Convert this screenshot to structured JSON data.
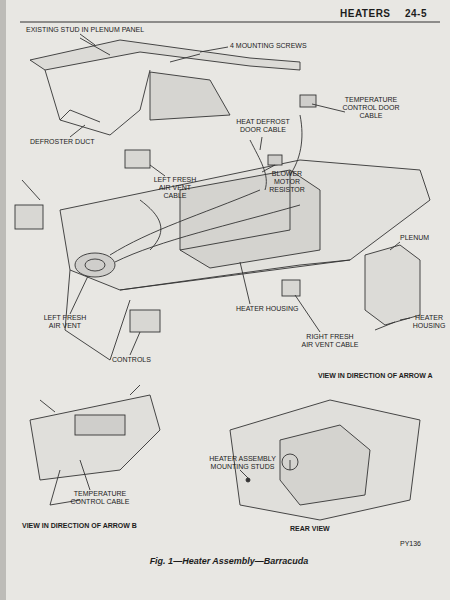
{
  "diagram": {
    "title": "HEATERS",
    "caption": "Fig. 1—Heater Assembly—Barracuda",
    "labels": [
      "24-5",
      "EXISTING STUD IN PLENUM PANEL",
      "4 MOUNTING SCREWS",
      "DEFROSTER DUCT",
      "TEMPERATURE CONTROL DOOR CABLE",
      "HEAT DEFROST DOOR CABLE",
      "BLOWER MOTOR RESISTOR",
      "LEFT FRESH AIR VENT CABLE",
      "PLENUM",
      "LEFT FRESH AIR VENT",
      "HEATER HOUSING",
      "RIGHT FRESH AIR VENT CABLE",
      "HEATER HOUSING",
      "CONTROLS",
      "VIEW IN DIRECTION OF ARROW A",
      "TEMPERATURE CONTROL CABLE",
      "VIEW IN DIRECTION OF ARROW B",
      "HEATER ASSEMBLY MOUNTING STUDS",
      "REAR VIEW",
      "PY136"
    ]
  }
}
